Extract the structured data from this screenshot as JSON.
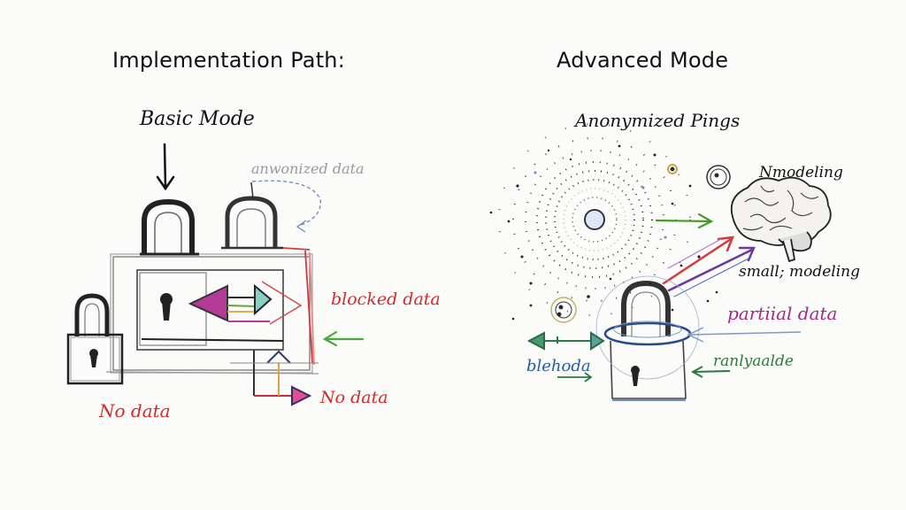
{
  "left_panel": {
    "title": "Implementation Path:",
    "subtitle": "Basic Mode",
    "labels": {
      "anonymized": "anwonized data",
      "blocked": "blocked data",
      "no_data_right": "No data",
      "no_data_left": "No data"
    }
  },
  "right_panel": {
    "title": "Advanced Mode",
    "subtitle": "Anonymized Pings",
    "labels": {
      "modeling": "Nmodeling",
      "small_modeling": "small; modeling",
      "partial": "partiial data",
      "bleh": "blehoda",
      "ranly": "ranlyaalde"
    }
  },
  "colors": {
    "ink": "#1a1a1a",
    "red": "#d42a2a",
    "green": "#3a9a2a",
    "purple": "#8a2a9a",
    "blue": "#3a6aaa",
    "magenta": "#b02a8a",
    "gray": "#9a9a9a"
  }
}
